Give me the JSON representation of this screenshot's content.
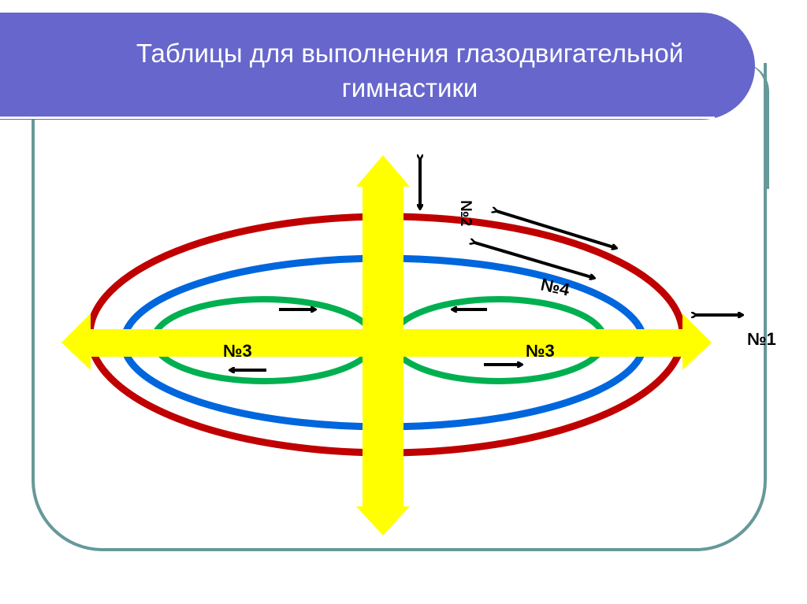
{
  "slide": {
    "title_line1": "Таблицы для выполнения глазодвигательной",
    "title_line2": "гимнастики"
  },
  "colors": {
    "banner": "#6666cc",
    "frame": "#669999",
    "outer_ellipse": "#c00000",
    "middle_ellipse": "#0066dd",
    "inner_loops": "#00b050",
    "cross_arrows": "#ffff00",
    "direction_arrows": "#000000"
  },
  "diagram": {
    "labels": {
      "n1": "№1",
      "n2": "№2",
      "n3_left": "№3",
      "n3_right": "№3",
      "n4": "№4"
    },
    "shapes": [
      {
        "name": "outer-ellipse",
        "color": "red"
      },
      {
        "name": "middle-ellipse",
        "color": "blue"
      },
      {
        "name": "figure-eight-loops",
        "color": "green"
      },
      {
        "name": "cross-arrows",
        "color": "yellow",
        "directions": [
          "up",
          "down",
          "left",
          "right"
        ]
      }
    ]
  }
}
